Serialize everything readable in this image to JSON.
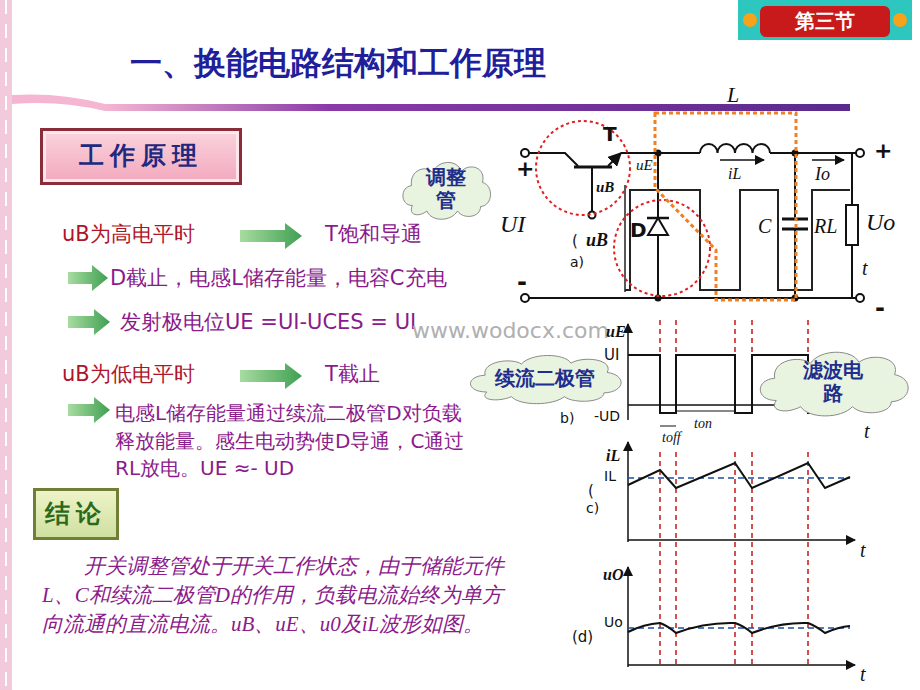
{
  "diagram": {
    "title": "一、换能电路结构和工作原理",
    "nodes": [
      {
        "text": [
          "第三节"
        ]
      },
      {
        "text": [
          "工作原理"
        ]
      },
      {
        "text": [
          "调整管"
        ]
      },
      {
        "text": [
          "续流二极管"
        ]
      },
      {
        "text": [
          "滤波电路"
        ]
      },
      {
        "text": [
          "结论"
        ]
      }
    ],
    "labels": [
      "uB为高电平时",
      "T饱和导通",
      "D截止，电感L储存能量，电容C充电",
      "发射极电位UE =UI-UCES = UI",
      "uB为低电平时",
      "T截止",
      "电感L储存能量通过续流二极管D对负载释放能量。感生电动势使D导通，C通过RL放电。UE ≈- UD",
      "开关调整管处于开关工作状态，由于储能元件L、C和续流二极管D的作用，负载电流始终为单方向流通的直流电流。uB、uE、u0及iL波形如图。",
      "www.wodocx.com",
      "T",
      "L",
      "uE",
      "iL",
      "Io",
      "+",
      "UI",
      "-",
      "+",
      "Uo",
      "-",
      "D",
      "C",
      "RL",
      "uB",
      "uB",
      "(",
      "a)",
      "t",
      "uE",
      "UI",
      "b)",
      "-UD",
      "toff",
      "ton",
      "t",
      "iL",
      "IL",
      "(",
      "c)",
      "t",
      "uO",
      "Uo",
      "(d)",
      "t"
    ]
  }
}
